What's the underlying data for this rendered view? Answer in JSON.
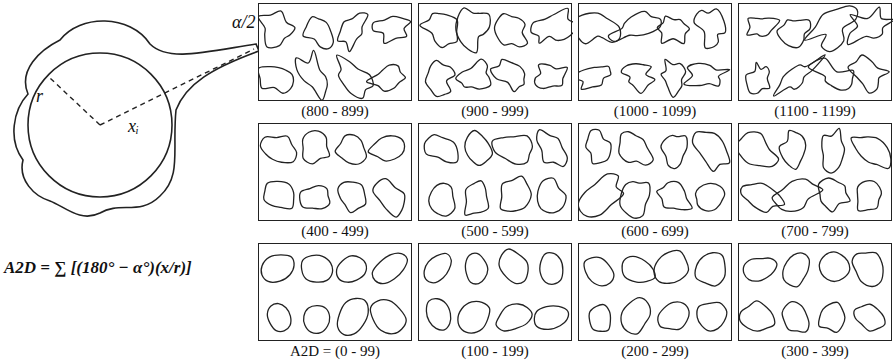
{
  "diagram": {
    "nodes": [
      {
        "text": [
          "(800 - 899)"
        ]
      },
      {
        "text": [
          "(900 - 999)"
        ]
      },
      {
        "text": [
          "(1000 - 1099)"
        ]
      },
      {
        "text": [
          "(1100 - 1199)"
        ]
      },
      {
        "text": [
          "(400 - 499)"
        ]
      },
      {
        "text": [
          "(500 - 599)"
        ]
      },
      {
        "text": [
          "(600 - 699)"
        ]
      },
      {
        "text": [
          "(700 - 799)"
        ]
      },
      {
        "text": [
          "A2D = (0 - 99)"
        ]
      },
      {
        "text": [
          "(100 - 199)"
        ]
      },
      {
        "text": [
          "(200 - 299)"
        ]
      },
      {
        "text": [
          "(300 - 399)"
        ]
      }
    ],
    "labels": [
      "r",
      "xᵢ",
      "α/2",
      "A2D = ∑ [(180° − α°)(x/r)]"
    ]
  }
}
